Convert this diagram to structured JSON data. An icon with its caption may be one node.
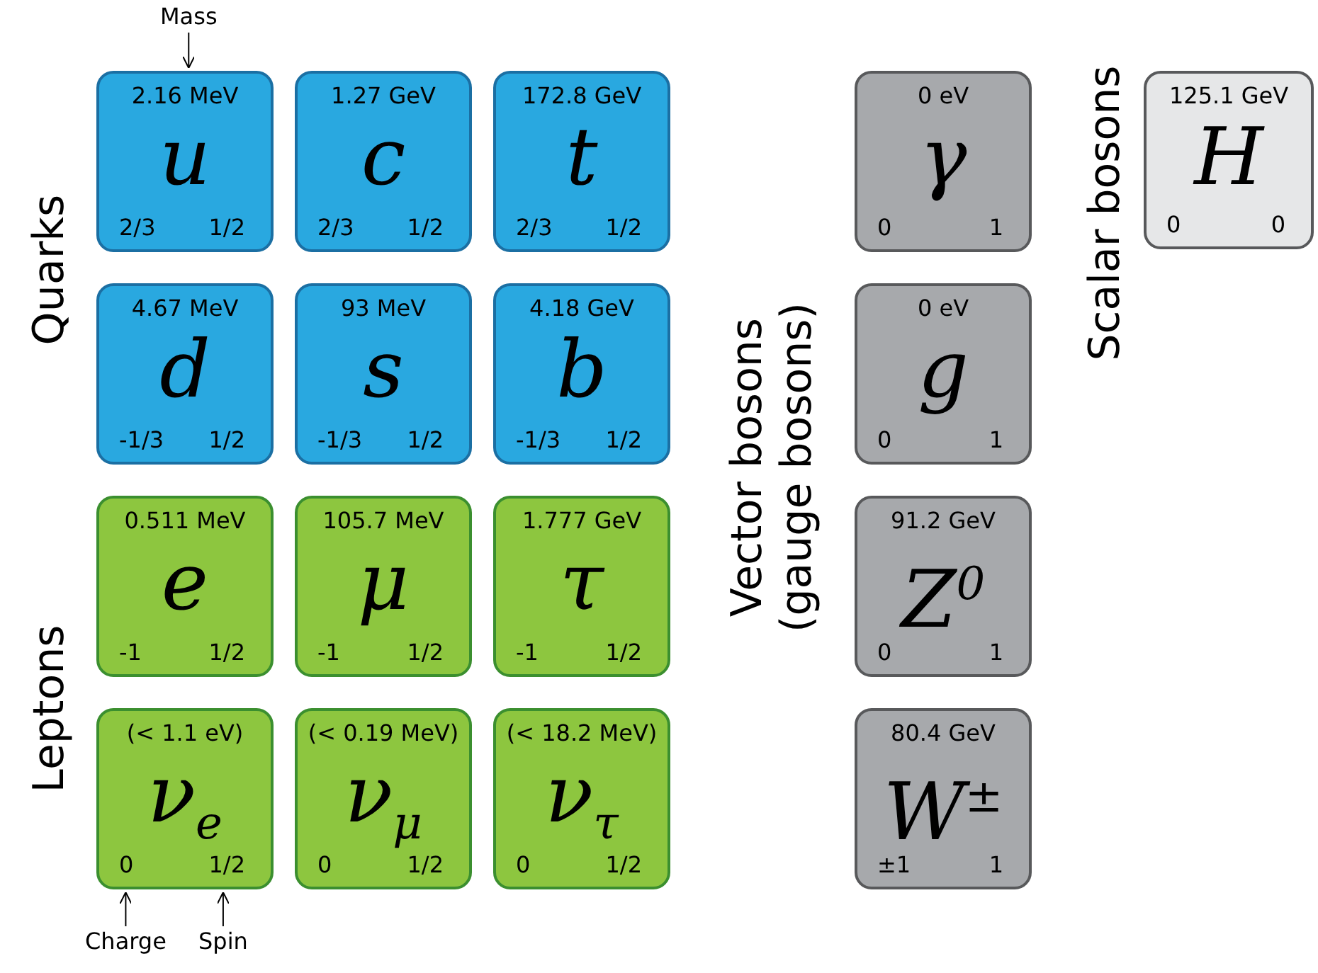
{
  "diagram": {
    "nodes": [
      {
        "text": [
          "Mass"
        ]
      },
      {
        "text": [
          "2.16 MeV",
          "u",
          "2/3",
          "1/2"
        ]
      },
      {
        "text": [
          "1.27 GeV",
          "c",
          "2/3",
          "1/2"
        ]
      },
      {
        "text": [
          "172.8 GeV",
          "t",
          "2/3",
          "1/2"
        ]
      },
      {
        "text": [
          "0 eV",
          "γ",
          "0",
          "1"
        ]
      },
      {
        "text": [
          "125.1 GeV",
          "H",
          "0",
          "0"
        ]
      },
      {
        "text": [
          "4.67 MeV",
          "d",
          "-1/3",
          "1/2"
        ]
      },
      {
        "text": [
          "93 MeV",
          "s",
          "-1/3",
          "1/2"
        ]
      },
      {
        "text": [
          "4.18 GeV",
          "b",
          "-1/3",
          "1/2"
        ]
      },
      {
        "text": [
          "0 eV",
          "g",
          "0",
          "1"
        ]
      },
      {
        "text": [
          "0.511 MeV",
          "e",
          "-1",
          "1/2"
        ]
      },
      {
        "text": [
          "105.7 MeV",
          "μ",
          "-1",
          "1/2"
        ]
      },
      {
        "text": [
          "1.777 GeV",
          "τ",
          "-1",
          "1/2"
        ]
      },
      {
        "text": [
          "91.2 GeV",
          "Z$^{0}$",
          "0",
          "1"
        ]
      },
      {
        "text": [
          "(< 1.1 eV)",
          "ν$_{e}$",
          "0",
          "1/2"
        ]
      },
      {
        "text": [
          "(< 0.19 MeV)",
          "ν$_{μ}$",
          "0",
          "1/2"
        ]
      },
      {
        "text": [
          "(< 18.2 MeV)",
          "ν$_{τ}$",
          "0",
          "1/2"
        ]
      },
      {
        "text": [
          "80.4 GeV",
          "W$^{±}$",
          "±1",
          "1"
        ]
      },
      {
        "text": [
          "Charge"
        ]
      },
      {
        "text": [
          "Spin"
        ]
      }
    ],
    "edges": [
      {
        "from": 0,
        "to": 1,
        "arrow": "to"
      },
      {
        "from": 18,
        "to": 14,
        "arrow": "to"
      },
      {
        "from": 19,
        "to": 14,
        "arrow": "to"
      }
    ],
    "labels": [
      "Quarks",
      "Leptons",
      "Vector bosons (gauge bosons)",
      "Scalar bosons"
    ]
  }
}
